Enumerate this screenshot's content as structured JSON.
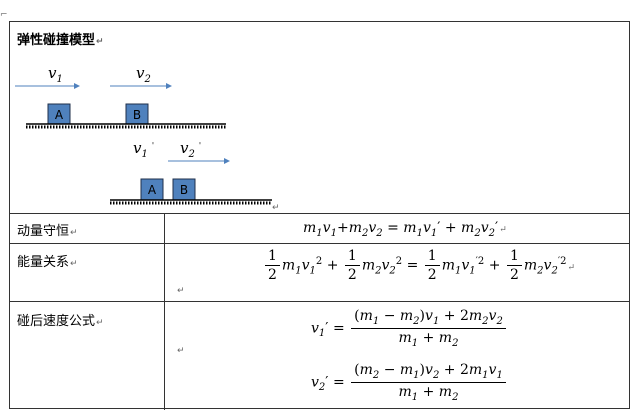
{
  "title": "弹性碰撞模型",
  "diagram": {
    "scene1": {
      "v1": "v",
      "v1_sub": "1",
      "v2": "v",
      "v2_sub": "2",
      "block_a": "A",
      "block_b": "B"
    },
    "scene2": {
      "v1p": "v",
      "v1p_sub": "1",
      "v2p": "v",
      "v2p_sub": "2",
      "prime": "'",
      "block_a": "A",
      "block_b": "B"
    },
    "colors": {
      "block_fill": "#4f81bd",
      "arrow": "#4f81bd",
      "ground": "#000000"
    }
  },
  "rows": [
    {
      "label": "动量守恒"
    },
    {
      "label": "能量关系"
    },
    {
      "label": "碰后速度公式"
    }
  ],
  "paragraph_mark": "↵",
  "page_marker": "⌐"
}
